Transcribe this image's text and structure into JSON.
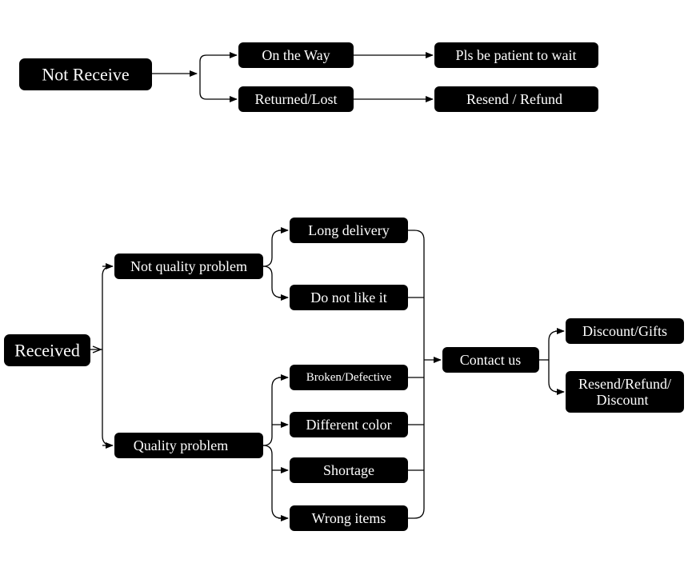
{
  "colors": {
    "node_fill": "#000000",
    "node_text": "#ffffff",
    "connector": "#000000",
    "background": "#ffffff"
  },
  "not_receive_flow": {
    "root": "Not Receive",
    "on_the_way": "On the Way",
    "on_the_way_result": "Pls be patient to wait",
    "returned_lost": "Returned/Lost",
    "returned_lost_result": "Resend / Refund"
  },
  "received_flow": {
    "root": "Received",
    "not_quality_problem": "Not quality problem",
    "long_delivery": "Long delivery",
    "do_not_like_it": "Do not like it",
    "quality_problem": "Quality problem",
    "broken_defective": "Broken/Defective",
    "different_color": "Different color",
    "shortage": "Shortage",
    "wrong_items": "Wrong items",
    "contact_us": "Contact us",
    "discount_gifts": "Discount/Gifts",
    "resend_refund_discount_line1": "Resend/Refund/",
    "resend_refund_discount_line2": "Discount"
  }
}
